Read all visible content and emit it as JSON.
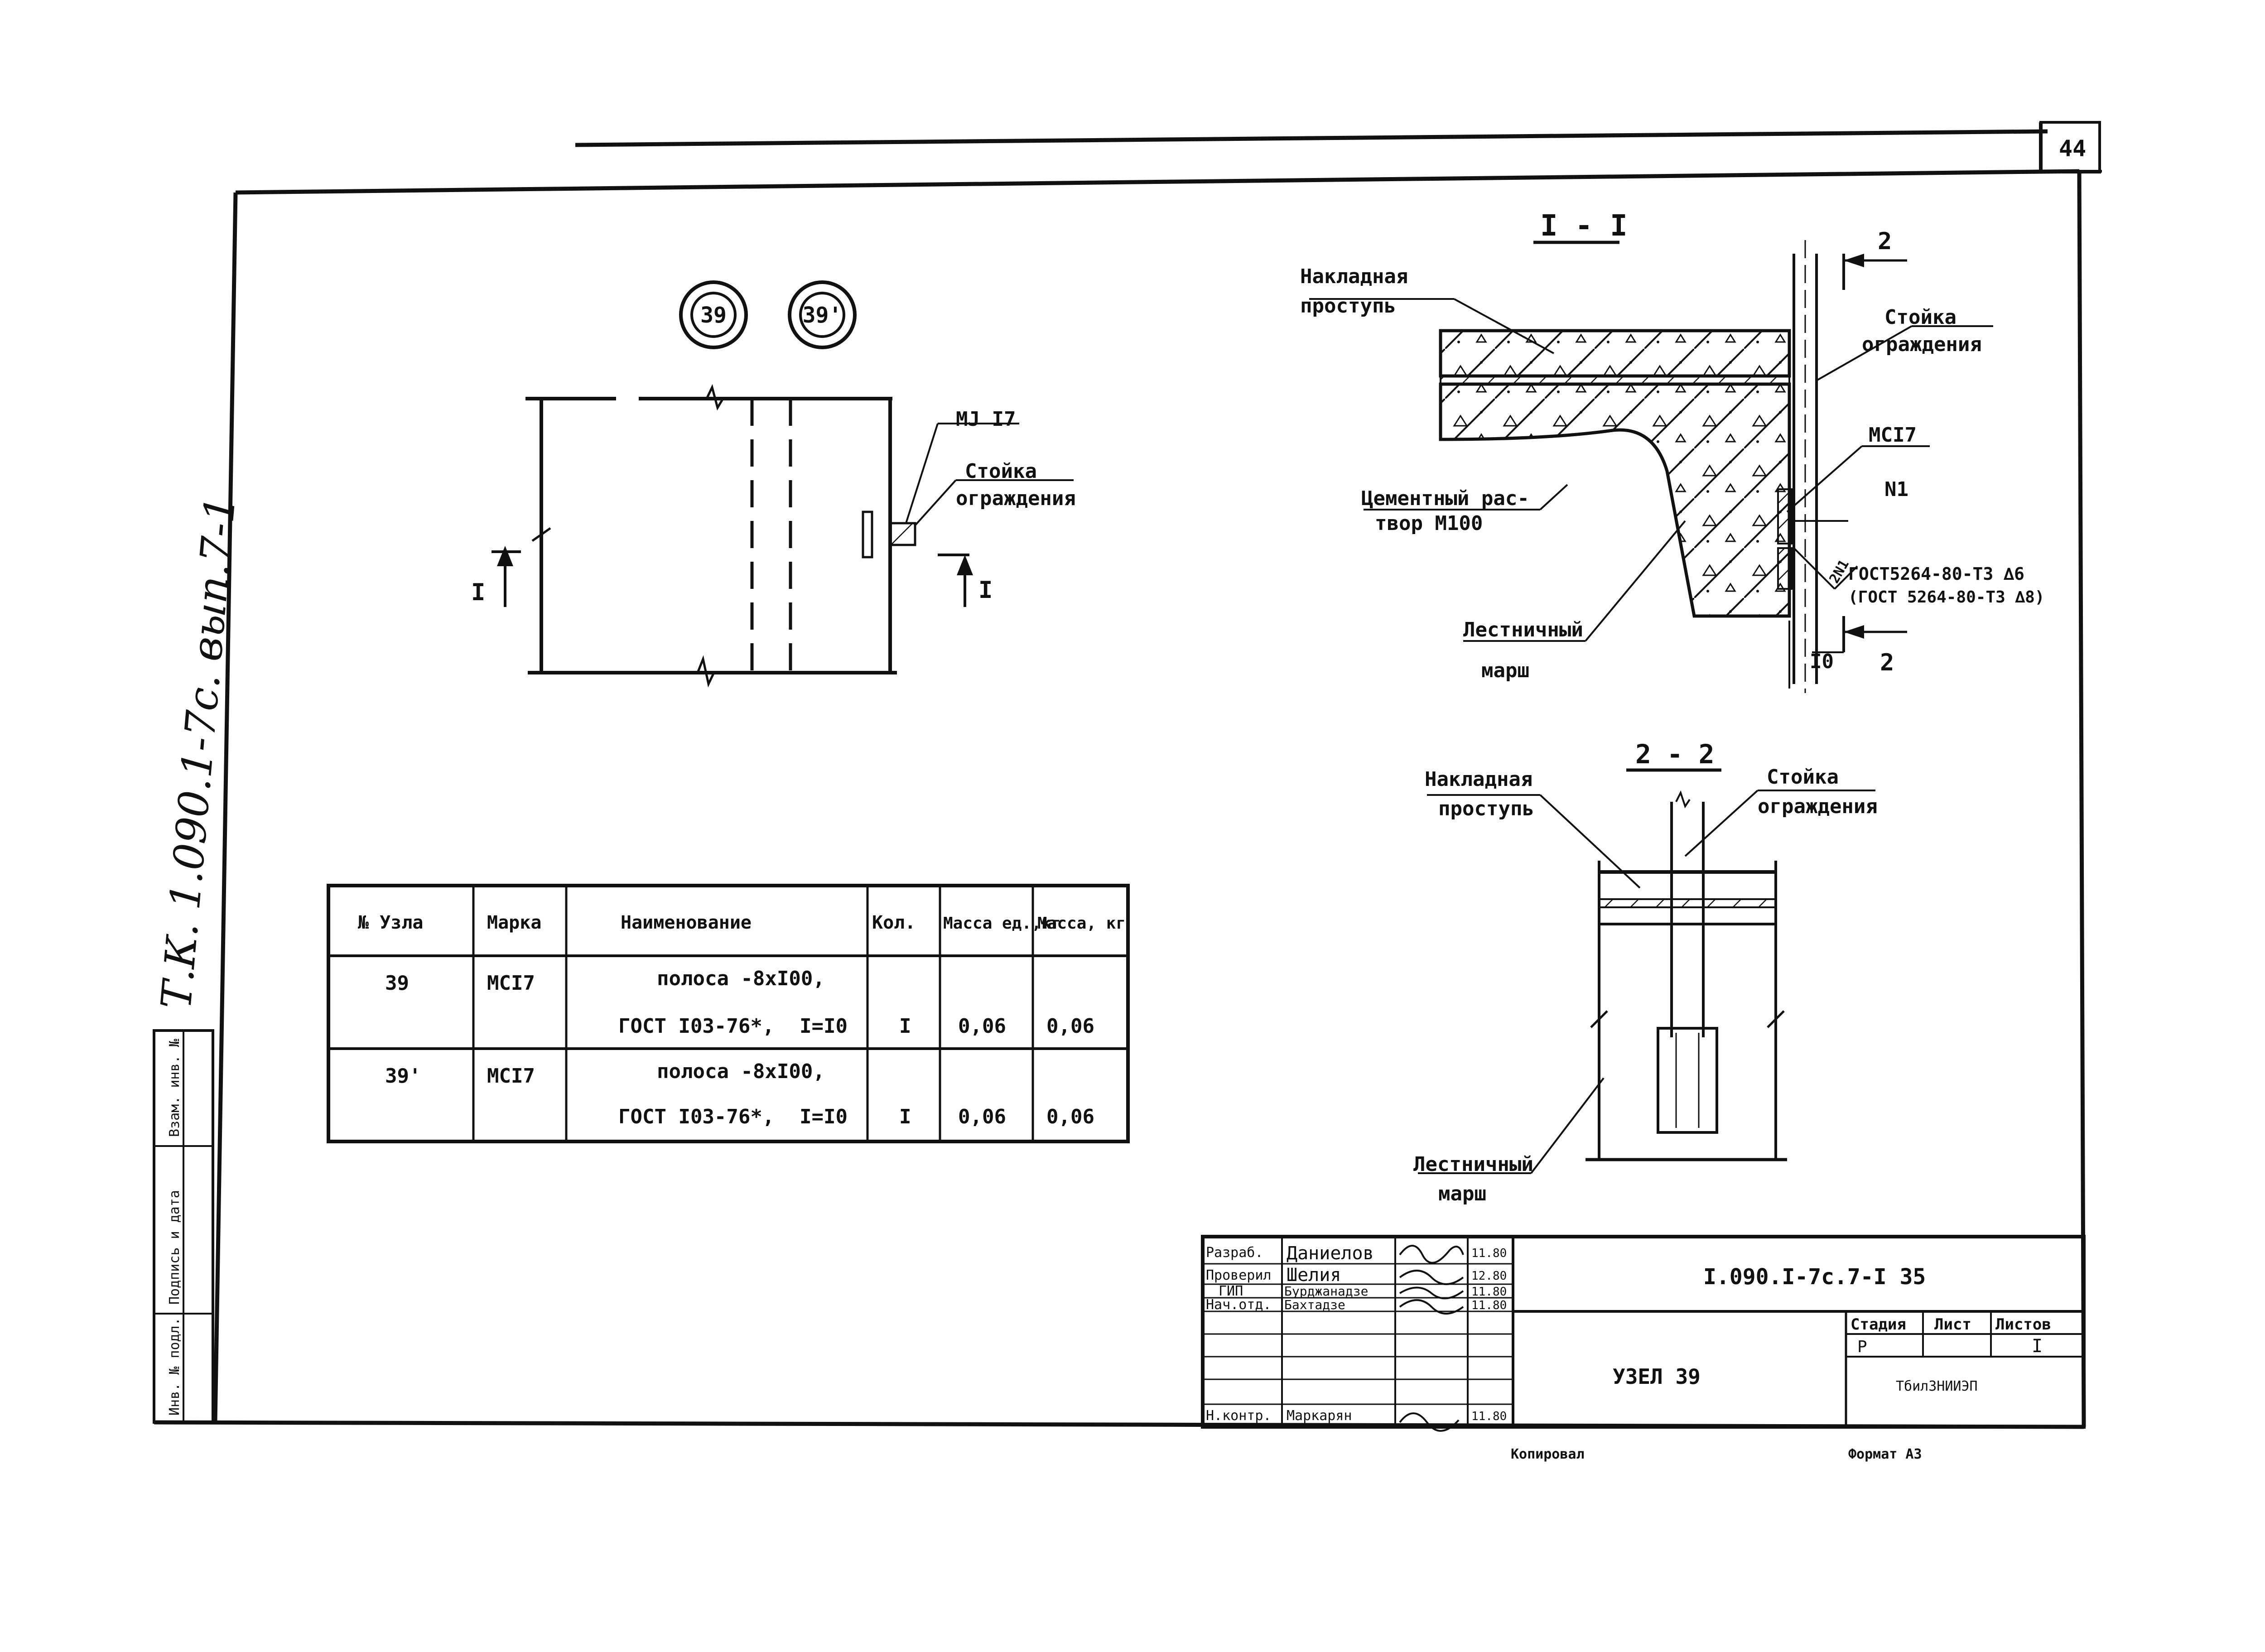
{
  "page_number": "44",
  "side_note": "Т.К. 1.090.1-7с. вып.7-1",
  "node_marks": [
    "39",
    "39'"
  ],
  "plan": {
    "label_mark": "МJ I7",
    "label_post_1": "Стойка",
    "label_post_2": "ограждения",
    "section_mark_left": "I",
    "section_mark_right": "I"
  },
  "section_1": {
    "title": "I - I",
    "label_tread_1": "Накладная",
    "label_tread_2": "проступь",
    "label_post_1": "Стойка",
    "label_post_2": "ограждения",
    "label_mark": "МСI7",
    "label_n": "N1",
    "label_mortar_1": "Цементный рас-",
    "label_mortar_2": "твор М100",
    "label_gost_1": "ГОСТ5264-80-Т3 ∆6",
    "label_gost_2": "(ГОСТ 5264-80-Т3 ∆8)",
    "label_march_1": "Лестничный",
    "label_march_2": "марш",
    "dim_10": "I0",
    "cut_mark_top": "2",
    "cut_mark_bottom": "2",
    "weld_mark": "2N1"
  },
  "section_2": {
    "title": "2 - 2",
    "label_tread_1": "Накладная",
    "label_tread_2": "проступь",
    "label_post_1": "Стойка",
    "label_post_2": "ограждения",
    "label_march_1": "Лестничный",
    "label_march_2": "марш"
  },
  "spec_table": {
    "headers": [
      "№ Узла",
      "Марка",
      "Наименование",
      "Кол.",
      "Масса ед.,кг",
      "Масса, кг"
    ],
    "rows": [
      {
        "node": "39",
        "mark": "МСI7",
        "name_1": "полоса -8хI00,",
        "name_2": "ГОСТ I03-76*,",
        "length": "I=I0",
        "qty": "I",
        "mass_unit": "0,06",
        "mass": "0,06"
      },
      {
        "node": "39'",
        "mark": "МСI7",
        "name_1": "полоса -8хI00,",
        "name_2": "ГОСТ I03-76*,",
        "length": "I=I0",
        "qty": "I",
        "mass_unit": "0,06",
        "mass": "0,06"
      }
    ]
  },
  "side_stamp": [
    "Инв. № подл.",
    "Подпись и дата",
    "Взам. инв. №"
  ],
  "title_block": {
    "roles": [
      "Разраб.",
      "Проверил",
      "ГИП",
      "Нач.отд.",
      "",
      "",
      "Н.контр."
    ],
    "names": [
      "Даниелов",
      "Шелия",
      "Бурджанадзе",
      "Бахтадзе",
      "",
      "",
      "Маркарян"
    ],
    "dates": [
      "11.80",
      "12.80",
      "11.80",
      "11.80",
      "",
      "",
      "11.80"
    ],
    "doc_code": "I.090.I-7с.7-I 35",
    "sheet_title": "УЗЕЛ 39",
    "stage_label": "Стадия",
    "sheet_label": "Лист",
    "sheets_label": "Листов",
    "stage": "Р",
    "sheet": "",
    "sheets": "I",
    "org": "ТбилЗНИИЭП"
  },
  "footer": {
    "copied": "Копировал",
    "format": "Формат А3"
  }
}
